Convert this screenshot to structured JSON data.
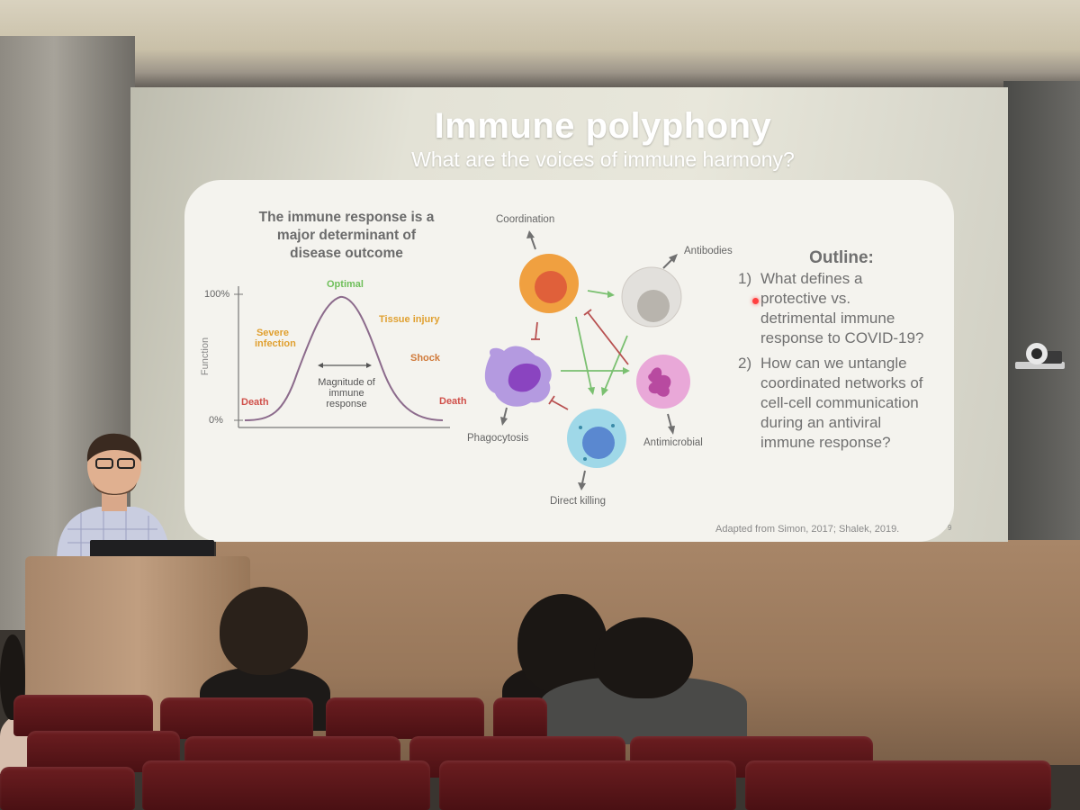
{
  "slide": {
    "title": "Immune polyphony",
    "subtitle": "What are the voices of immune harmony?",
    "slide_number": "9",
    "citation": "Adapted from Simon, 2017; Shalek, 2019."
  },
  "curve_panel": {
    "heading_line1": "The immune response is a",
    "heading_line2": "major determinant of",
    "heading_line3": "disease outcome",
    "y_axis_label": "Function",
    "y_tick_top": "100%",
    "y_tick_bottom": "0%",
    "x_label_line1": "Magnitude of",
    "x_label_line2": "immune",
    "x_label_line3": "response",
    "annotations": {
      "optimal": "Optimal",
      "severe_line1": "Severe",
      "severe_line2": "infection",
      "tissue_injury": "Tissue injury",
      "shock": "Shock",
      "death_left": "Death",
      "death_right": "Death"
    },
    "colors": {
      "optimal": "#6fbf5a",
      "severe": "#e0a030",
      "tissue_injury": "#e0a030",
      "shock": "#d07a3a",
      "death": "#d0504a",
      "curve": "#8c6b8c"
    }
  },
  "cells_panel": {
    "labels": {
      "coordination": "Coordination",
      "antibodies": "Antibodies",
      "phagocytosis": "Phagocytosis",
      "antimicrobial": "Antimicrobial",
      "direct_killing": "Direct killing"
    },
    "colors": {
      "activation_arrow": "#7ac070",
      "inhibition_arrow": "#b85050",
      "output_arrow": "#707070"
    }
  },
  "outline": {
    "heading": "Outline:",
    "item1_num": "1)",
    "item1_lines": [
      "What defines a",
      "protective vs.",
      "detrimental immune",
      "response to COVID-19?"
    ],
    "item2_num": "2)",
    "item2_lines": [
      "How can we untangle",
      "coordinated networks of",
      "cell-cell communication",
      "during an antiviral",
      "immune response?"
    ]
  }
}
